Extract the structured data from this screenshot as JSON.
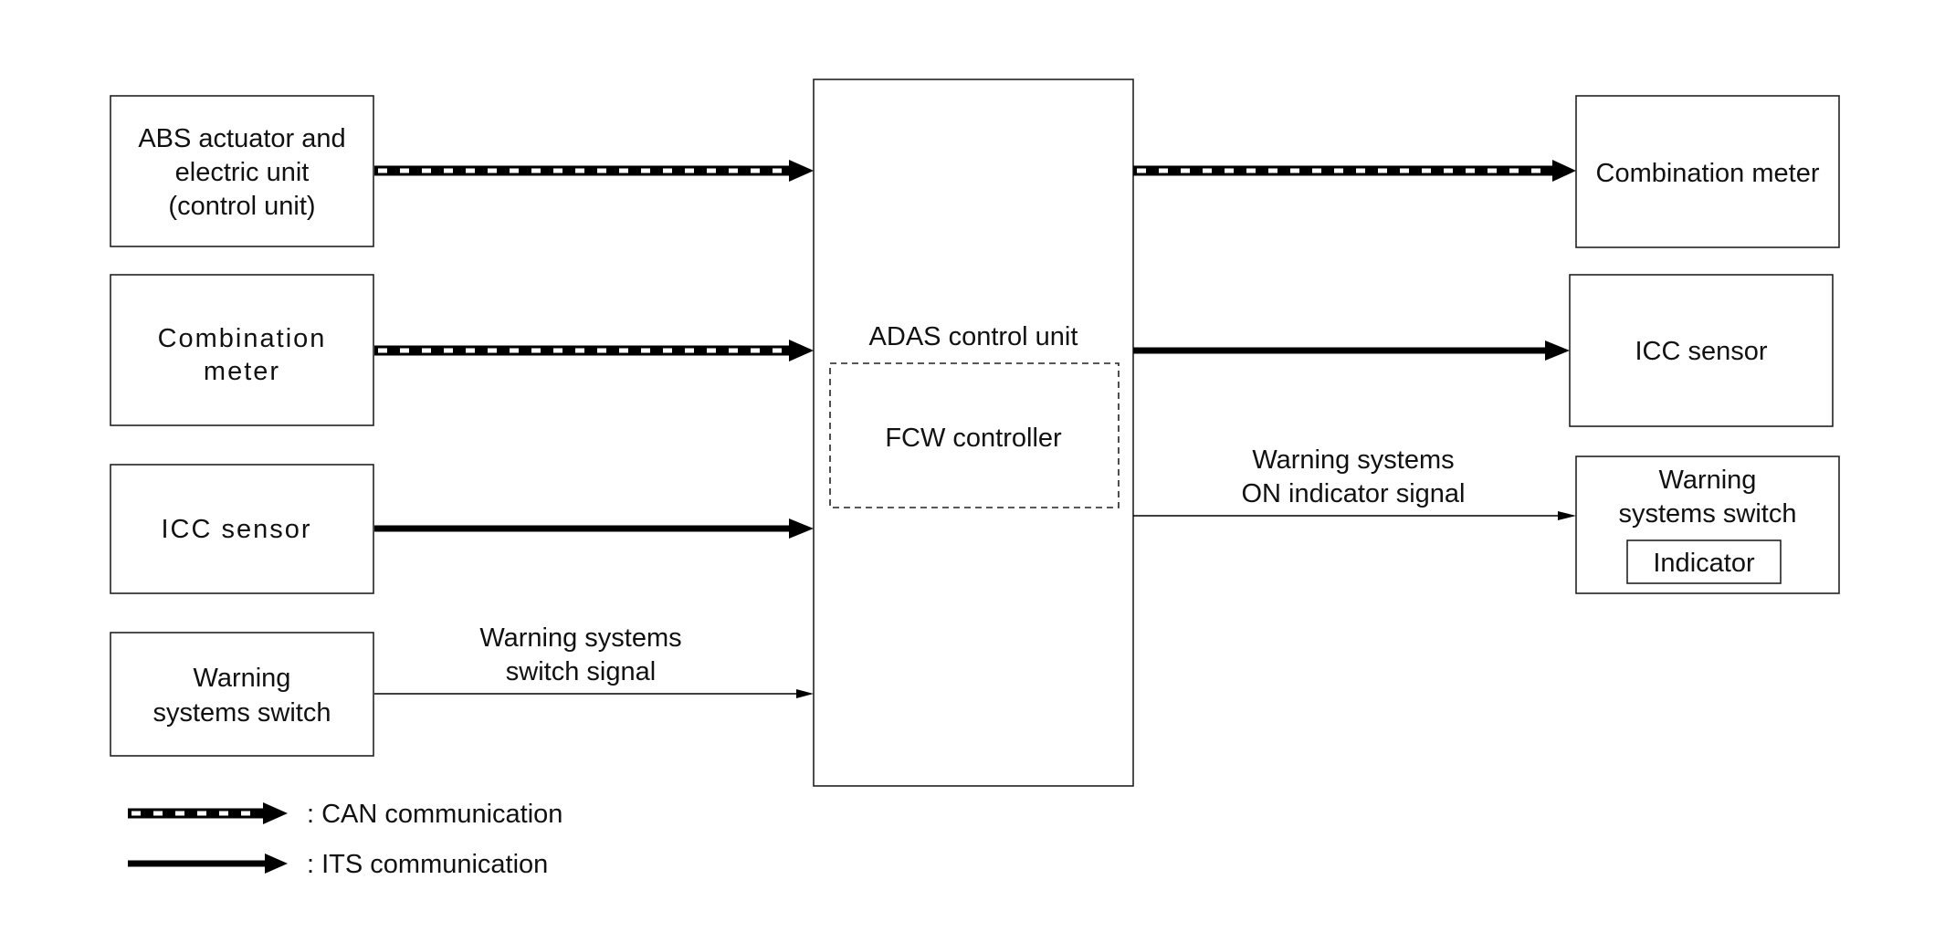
{
  "left_units": {
    "abs": [
      "ABS actuator and",
      "electric unit",
      "(control unit)"
    ],
    "meter": [
      "Combination",
      "meter"
    ],
    "icc": [
      "ICC sensor"
    ],
    "switch": [
      "Warning",
      "systems switch"
    ]
  },
  "center_unit": {
    "title": "ADAS control unit",
    "inner": "FCW controller"
  },
  "right_units": {
    "meter": "Combination meter",
    "icc": "ICC sensor",
    "switch": [
      "Warning",
      "systems switch"
    ],
    "indicator": "Indicator"
  },
  "signals": {
    "switch_signal": [
      "Warning systems",
      "switch signal"
    ],
    "indicator_signal": [
      "Warning systems",
      "ON indicator signal"
    ]
  },
  "legend": {
    "can": ": CAN communication",
    "its": ": ITS communication"
  }
}
